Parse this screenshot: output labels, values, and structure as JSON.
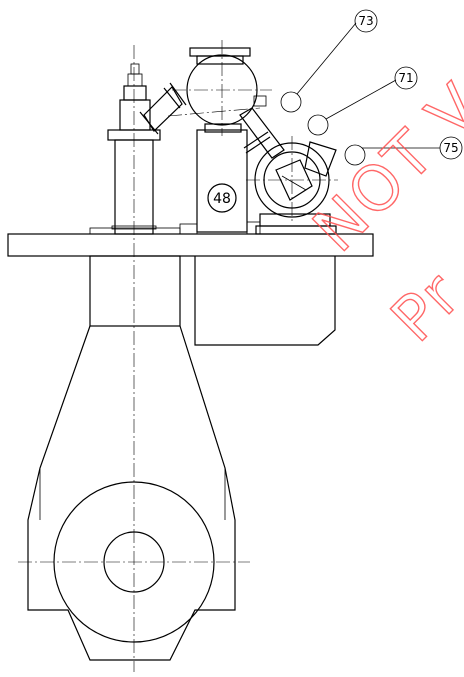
{
  "callouts": [
    {
      "id": "c73",
      "label": "73"
    },
    {
      "id": "c71",
      "label": "71"
    },
    {
      "id": "c75",
      "label": "75"
    }
  ],
  "part_labels": {
    "blower": "48"
  },
  "watermark": {
    "line1": "NOT V",
    "line2": "Pr",
    "color": "#ff4d4d"
  },
  "line_color": "#000000"
}
